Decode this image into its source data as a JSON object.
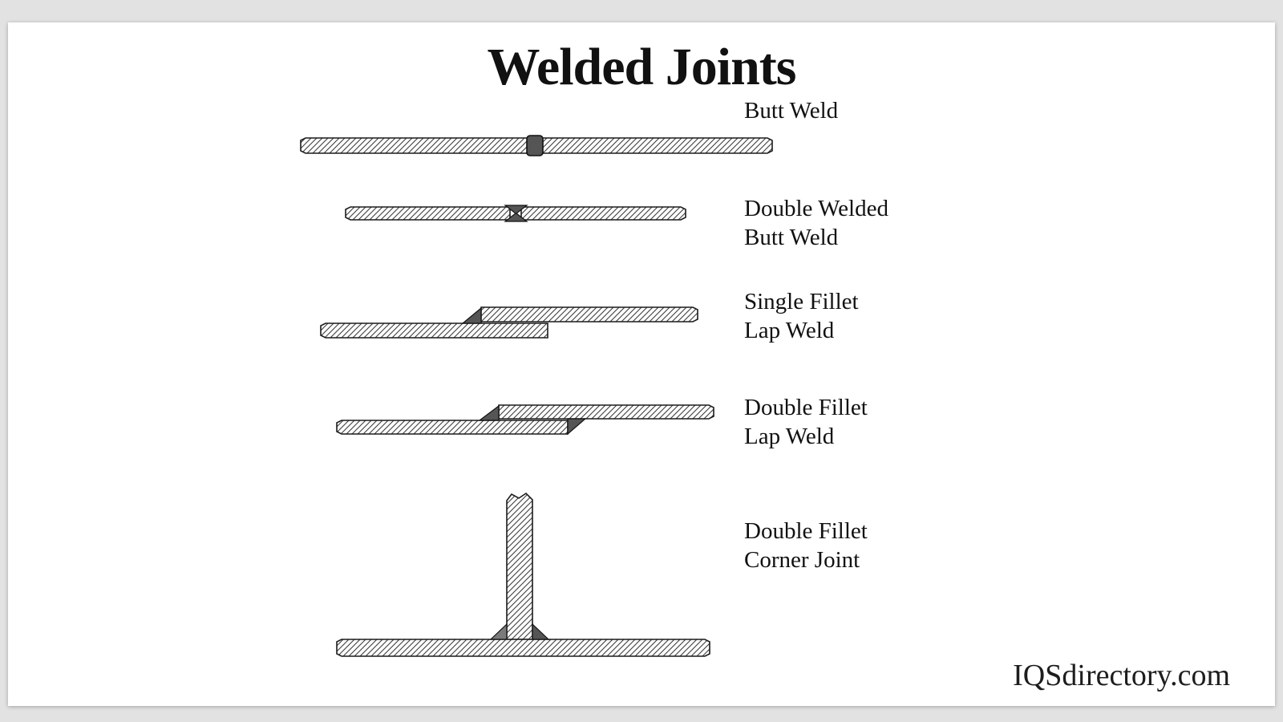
{
  "title": "Welded Joints",
  "watermark": "IQSdirectory.com",
  "joints": [
    {
      "name": "Butt Weld",
      "label_lines": [
        "Butt Weld",
        ""
      ]
    },
    {
      "name": "Double Welded Butt Weld",
      "label_lines": [
        "Double Welded",
        "Butt Weld"
      ]
    },
    {
      "name": "Single Fillet Lap Weld",
      "label_lines": [
        "Single Fillet",
        "Lap Weld"
      ]
    },
    {
      "name": "Double Fillet Lap Weld",
      "label_lines": [
        "Double Fillet",
        "Lap Weld"
      ]
    },
    {
      "name": "Double Fillet Corner Joint",
      "label_lines": [
        "Double Fillet",
        "Corner Joint"
      ]
    }
  ],
  "colors": {
    "background": "#e2e2e2",
    "card": "#ffffff",
    "plate_outline": "#1c1c1c",
    "hatch_line": "#3d3d3d",
    "weld_fill": "#555555",
    "weld_fill_light": "#7a7a7a"
  }
}
